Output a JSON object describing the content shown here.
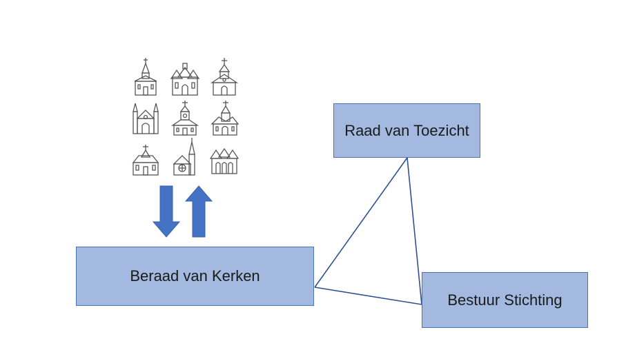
{
  "boxes": {
    "beraad": "Beraad van Kerken",
    "raad": "Raad van Toezicht",
    "bestuur": "Bestuur Stichting"
  },
  "colors": {
    "box_fill": "#a3b9e0",
    "box_border": "#4a72b8",
    "arrow_fill": "#4472c4",
    "line": "#2f4f94",
    "church_stroke": "#555555"
  },
  "icons": {
    "churches": [
      "church-icon",
      "church-icon",
      "church-icon",
      "church-icon",
      "church-icon",
      "church-icon",
      "church-icon",
      "church-icon",
      "church-icon"
    ],
    "arrows": [
      "arrow-down-icon",
      "arrow-up-icon"
    ]
  }
}
